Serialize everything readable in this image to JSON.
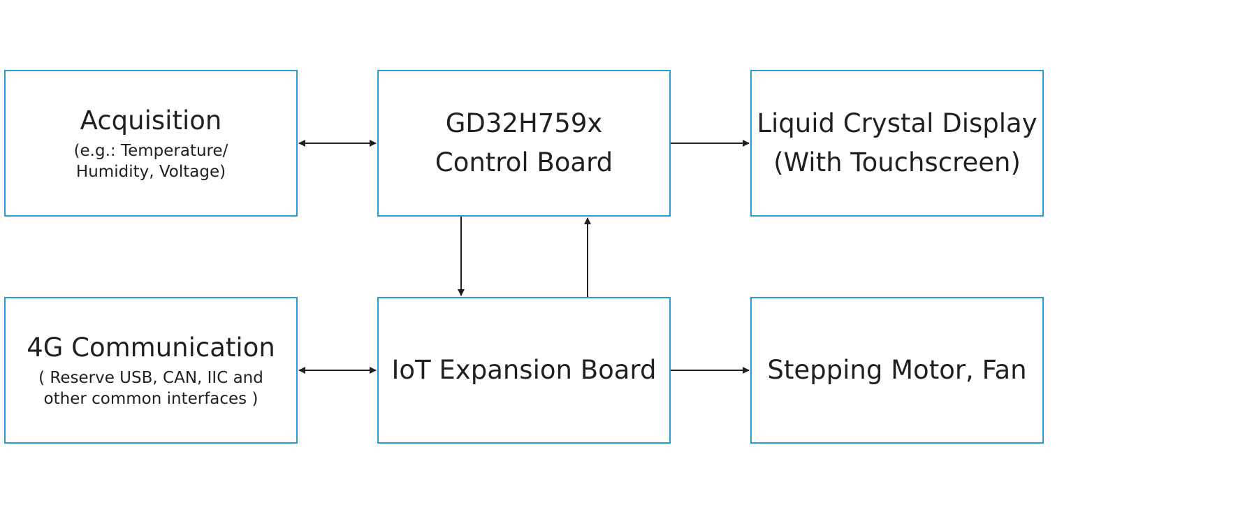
{
  "diagram": {
    "colors": {
      "box_border": "#2a9bd4",
      "arrow": "#231f20",
      "text": "#231f20"
    },
    "nodes": {
      "acquisition": {
        "title": "Acquisition",
        "sub1": "(e.g.: Temperature/",
        "sub2": "Humidity, Voltage)"
      },
      "control": {
        "line1": "GD32H759x",
        "line2": "Control Board"
      },
      "lcd": {
        "line1": "Liquid Crystal Display",
        "line2": "(With Touchscreen)"
      },
      "comm": {
        "title": "4G Communication",
        "sub1": "( Reserve USB, CAN, IIC and",
        "sub2": "other common interfaces )"
      },
      "iot": {
        "line1": "IoT Expansion Board"
      },
      "motor": {
        "line1": "Stepping Motor, Fan"
      }
    },
    "edges": [
      {
        "from": "acquisition",
        "to": "control",
        "direction": "bidirectional"
      },
      {
        "from": "control",
        "to": "lcd",
        "direction": "forward"
      },
      {
        "from": "control",
        "to": "iot",
        "direction": "forward"
      },
      {
        "from": "iot",
        "to": "control",
        "direction": "forward"
      },
      {
        "from": "comm",
        "to": "iot",
        "direction": "bidirectional"
      },
      {
        "from": "iot",
        "to": "motor",
        "direction": "forward"
      }
    ]
  }
}
